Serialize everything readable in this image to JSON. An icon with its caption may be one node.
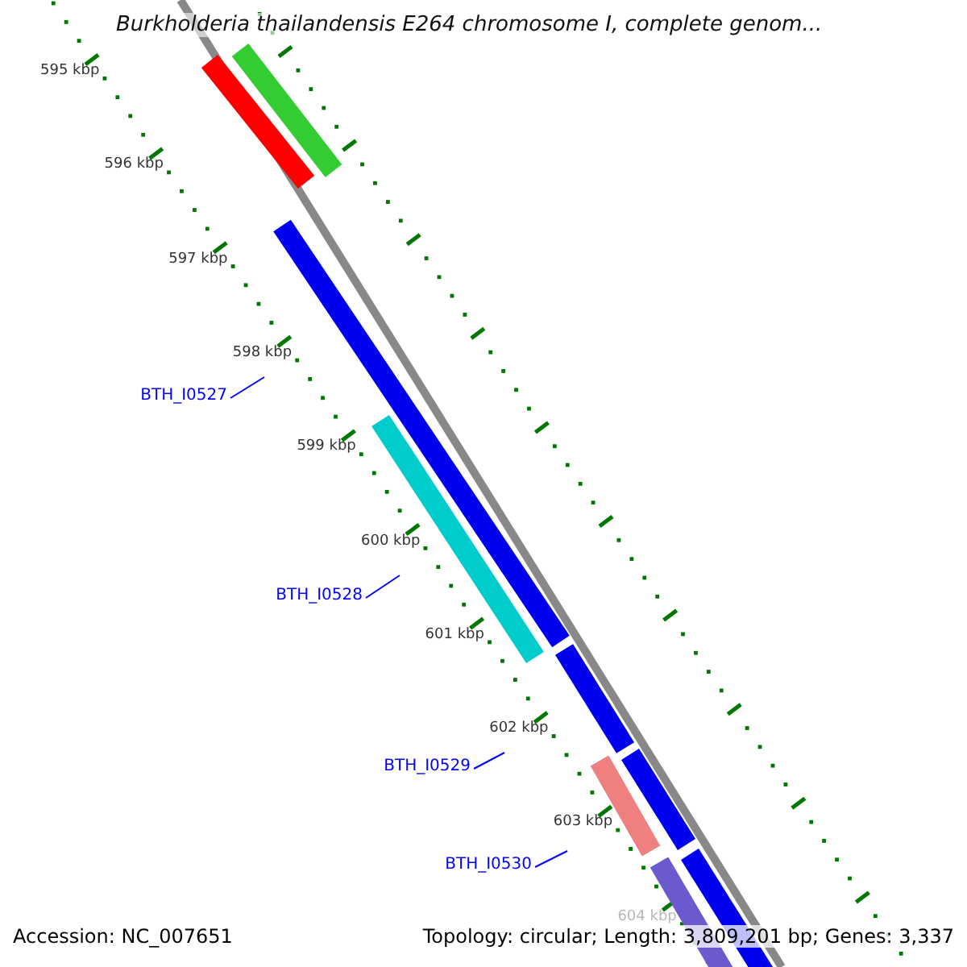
{
  "diagram": {
    "title": "Burkholderia thailandensis E264 chromosome I, complete genom...",
    "nodes": [
      {
        "text": [
          "BTH_I0527"
        ]
      },
      {
        "text": [
          "BTH_I0528"
        ]
      },
      {
        "text": [
          "BTH_I0529"
        ]
      },
      {
        "text": [
          "BTH_I0530"
        ]
      }
    ],
    "edges": [
      {
        "from": 0,
        "to": null,
        "arrow": "none"
      },
      {
        "from": 1,
        "to": null,
        "arrow": "none"
      },
      {
        "from": 2,
        "to": null,
        "arrow": "none"
      },
      {
        "from": 3,
        "to": null,
        "arrow": "none"
      }
    ],
    "labels": [
      "595 kbp",
      "596 kbp",
      "597 kbp",
      "598 kbp",
      "599 kbp",
      "600 kbp",
      "601 kbp",
      "602 kbp",
      "603 kbp",
      "604 kbp",
      "Accession: NC_007651",
      "Topology: circular; Length: 3,809,201 bp; Genes: 3,337"
    ]
  }
}
